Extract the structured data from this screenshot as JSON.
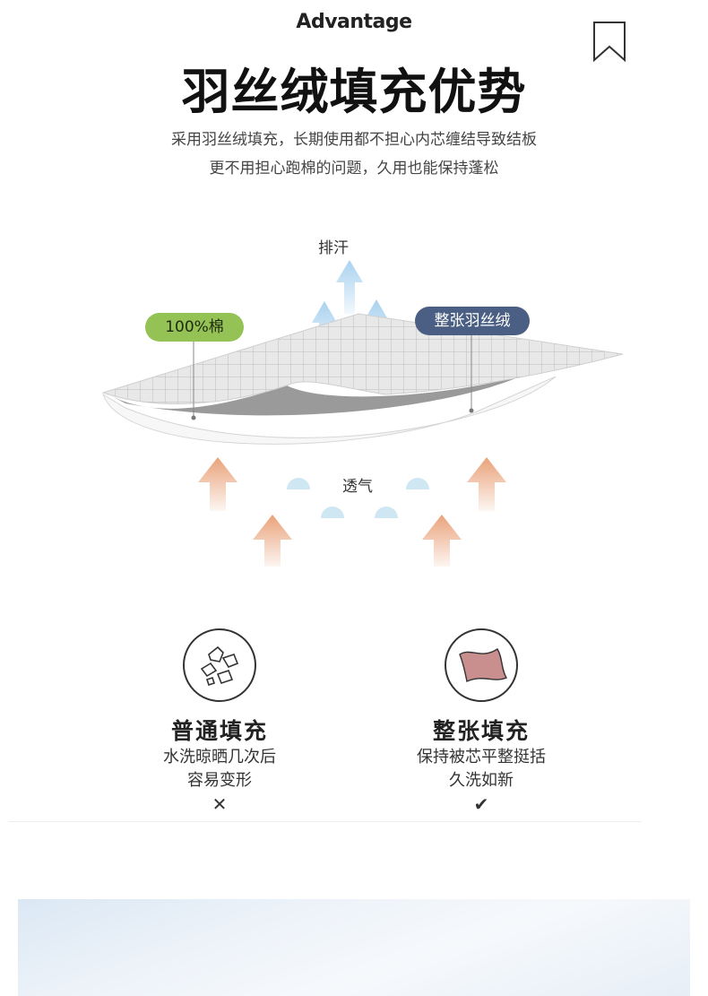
{
  "header": {
    "kicker": "Advantage",
    "title": "羽丝绒填充优势",
    "description_lines": [
      "采用羽丝绒填充，长期使用都不担心内芯缠结导致结板",
      "更不用担心跑棉的问题，久用也能保持蓬松"
    ]
  },
  "diagram": {
    "top_label": "排汗",
    "bottom_label": "透气",
    "tag_left": "100%棉",
    "tag_right": "整张羽丝绒"
  },
  "comparison": {
    "left": {
      "title": "普通填充",
      "lines": [
        "水洗晾晒几次后",
        "容易变形"
      ],
      "mark": "✕"
    },
    "right": {
      "title": "整张填充",
      "lines": [
        "保持被芯平整挺括",
        "久洗如新"
      ],
      "mark": "✔"
    }
  },
  "colors": {
    "tag_left": "#94c255",
    "tag_right": "#4a5f83",
    "arrow_up_blue": "#a9d2ef",
    "arrow_orange": "#e9a27a",
    "bubble": "#cfe6f3"
  }
}
